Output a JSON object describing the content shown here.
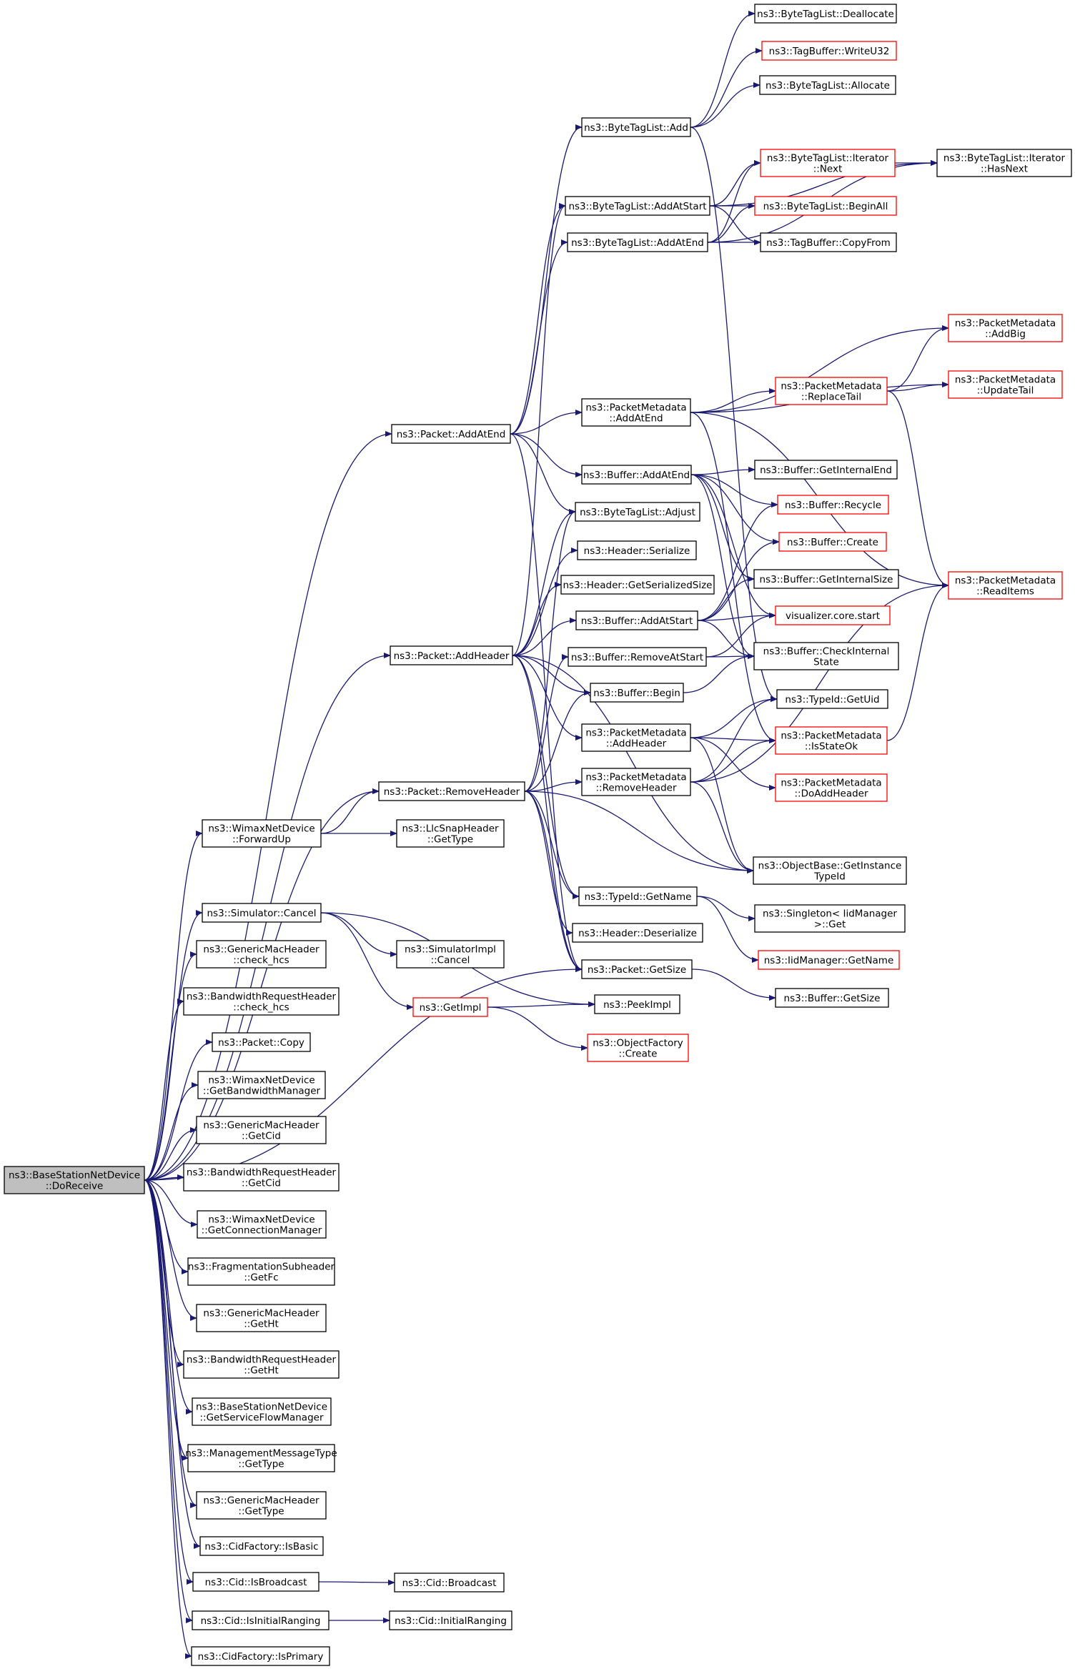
{
  "colors": {
    "edge": "#191970",
    "node_border": "#000000",
    "node_border_truncated": "#ff0000",
    "node_fill": "#ffffff",
    "root_fill": "#bfbfbf"
  },
  "nodes": [
    {
      "id": "root",
      "lines": [
        "ns3::BaseStationNetDevice",
        "::DoReceive"
      ],
      "style": "root"
    },
    {
      "id": "btl_dealloc",
      "lines": [
        "ns3::ByteTagList::Deallocate"
      ],
      "style": "normal"
    },
    {
      "id": "tb_writeu32",
      "lines": [
        "ns3::TagBuffer::WriteU32"
      ],
      "style": "truncated"
    },
    {
      "id": "btl_alloc",
      "lines": [
        "ns3::ByteTagList::Allocate"
      ],
      "style": "normal"
    },
    {
      "id": "btl_add",
      "lines": [
        "ns3::ByteTagList::Add"
      ],
      "style": "normal"
    },
    {
      "id": "btli_next",
      "lines": [
        "ns3::ByteTagList::Iterator",
        "::Next"
      ],
      "style": "truncated"
    },
    {
      "id": "btli_hasnext",
      "lines": [
        "ns3::ByteTagList::Iterator",
        "::HasNext"
      ],
      "style": "normal"
    },
    {
      "id": "btl_addatstart",
      "lines": [
        "ns3::ByteTagList::AddAtStart"
      ],
      "style": "normal"
    },
    {
      "id": "btl_beginall",
      "lines": [
        "ns3::ByteTagList::BeginAll"
      ],
      "style": "truncated"
    },
    {
      "id": "btl_addatend",
      "lines": [
        "ns3::ByteTagList::AddAtEnd"
      ],
      "style": "normal"
    },
    {
      "id": "tb_copyfrom",
      "lines": [
        "ns3::TagBuffer::CopyFrom"
      ],
      "style": "normal"
    },
    {
      "id": "pm_addbig",
      "lines": [
        "ns3::PacketMetadata",
        "::AddBig"
      ],
      "style": "truncated"
    },
    {
      "id": "pm_replacetail",
      "lines": [
        "ns3::PacketMetadata",
        "::ReplaceTail"
      ],
      "style": "truncated"
    },
    {
      "id": "pm_updatetail",
      "lines": [
        "ns3::PacketMetadata",
        "::UpdateTail"
      ],
      "style": "truncated"
    },
    {
      "id": "pm_addatend",
      "lines": [
        "ns3::PacketMetadata",
        "::AddAtEnd"
      ],
      "style": "normal"
    },
    {
      "id": "pkt_addatend",
      "lines": [
        "ns3::Packet::AddAtEnd"
      ],
      "style": "normal"
    },
    {
      "id": "buf_addatend",
      "lines": [
        "ns3::Buffer::AddAtEnd"
      ],
      "style": "normal"
    },
    {
      "id": "buf_getinternalend",
      "lines": [
        "ns3::Buffer::GetInternalEnd"
      ],
      "style": "normal"
    },
    {
      "id": "btl_adjust",
      "lines": [
        "ns3::ByteTagList::Adjust"
      ],
      "style": "normal"
    },
    {
      "id": "buf_recycle",
      "lines": [
        "ns3::Buffer::Recycle"
      ],
      "style": "truncated"
    },
    {
      "id": "hdr_serialize",
      "lines": [
        "ns3::Header::Serialize"
      ],
      "style": "normal"
    },
    {
      "id": "buf_create",
      "lines": [
        "ns3::Buffer::Create"
      ],
      "style": "truncated"
    },
    {
      "id": "pm_readitems",
      "lines": [
        "ns3::PacketMetadata",
        "::ReadItems"
      ],
      "style": "truncated"
    },
    {
      "id": "hdr_getsersize",
      "lines": [
        "ns3::Header::GetSerializedSize"
      ],
      "style": "normal"
    },
    {
      "id": "buf_getinternalsize",
      "lines": [
        "ns3::Buffer::GetInternalSize"
      ],
      "style": "normal"
    },
    {
      "id": "buf_addatstart",
      "lines": [
        "ns3::Buffer::AddAtStart"
      ],
      "style": "normal"
    },
    {
      "id": "vis_start",
      "lines": [
        "visualizer.core.start"
      ],
      "style": "truncated"
    },
    {
      "id": "pkt_addheader",
      "lines": [
        "ns3::Packet::AddHeader"
      ],
      "style": "normal"
    },
    {
      "id": "buf_removeatstart",
      "lines": [
        "ns3::Buffer::RemoveAtStart"
      ],
      "style": "normal"
    },
    {
      "id": "buf_checkinternal",
      "lines": [
        "ns3::Buffer::CheckInternal",
        "State"
      ],
      "style": "normal"
    },
    {
      "id": "buf_begin",
      "lines": [
        "ns3::Buffer::Begin"
      ],
      "style": "normal"
    },
    {
      "id": "typeid_getuid",
      "lines": [
        "ns3::TypeId::GetUid"
      ],
      "style": "normal"
    },
    {
      "id": "pm_addheader",
      "lines": [
        "ns3::PacketMetadata",
        "::AddHeader"
      ],
      "style": "normal"
    },
    {
      "id": "pm_isstateok",
      "lines": [
        "ns3::PacketMetadata",
        "::IsStateOk"
      ],
      "style": "truncated"
    },
    {
      "id": "pm_removeheader",
      "lines": [
        "ns3::PacketMetadata",
        "::RemoveHeader"
      ],
      "style": "normal"
    },
    {
      "id": "pm_doaddheader",
      "lines": [
        "ns3::PacketMetadata",
        "::DoAddHeader"
      ],
      "style": "truncated"
    },
    {
      "id": "pkt_removeheader",
      "lines": [
        "ns3::Packet::RemoveHeader"
      ],
      "style": "normal"
    },
    {
      "id": "wimax_forwardup",
      "lines": [
        "ns3::WimaxNetDevice",
        "::ForwardUp"
      ],
      "style": "normal"
    },
    {
      "id": "llc_gettype",
      "lines": [
        "ns3::LlcSnapHeader",
        "::GetType"
      ],
      "style": "normal"
    },
    {
      "id": "ob_getinstancetypeid",
      "lines": [
        "ns3::ObjectBase::GetInstance",
        "TypeId"
      ],
      "style": "normal"
    },
    {
      "id": "sim_cancel",
      "lines": [
        "ns3::Simulator::Cancel"
      ],
      "style": "normal"
    },
    {
      "id": "typeid_getname",
      "lines": [
        "ns3::TypeId::GetName"
      ],
      "style": "normal"
    },
    {
      "id": "singleton_get",
      "lines": [
        "ns3::Singleton< IidManager",
        " >::Get"
      ],
      "style": "normal"
    },
    {
      "id": "hdr_deserialize",
      "lines": [
        "ns3::Header::Deserialize"
      ],
      "style": "normal"
    },
    {
      "id": "gmh_check_hcs",
      "lines": [
        "ns3::GenericMacHeader",
        "::check_hcs"
      ],
      "style": "normal"
    },
    {
      "id": "simimpl_cancel",
      "lines": [
        "ns3::SimulatorImpl",
        "::Cancel"
      ],
      "style": "normal"
    },
    {
      "id": "iid_getname",
      "lines": [
        "ns3::IidManager::GetName"
      ],
      "style": "truncated"
    },
    {
      "id": "pkt_getsize",
      "lines": [
        "ns3::Packet::GetSize"
      ],
      "style": "normal"
    },
    {
      "id": "brh_check_hcs",
      "lines": [
        "ns3::BandwidthRequestHeader",
        "::check_hcs"
      ],
      "style": "normal"
    },
    {
      "id": "buf_getsize",
      "lines": [
        "ns3::Buffer::GetSize"
      ],
      "style": "normal"
    },
    {
      "id": "getimpl",
      "lines": [
        "ns3::GetImpl"
      ],
      "style": "truncated"
    },
    {
      "id": "peekimpl",
      "lines": [
        "ns3::PeekImpl"
      ],
      "style": "normal"
    },
    {
      "id": "pkt_copy",
      "lines": [
        "ns3::Packet::Copy"
      ],
      "style": "normal"
    },
    {
      "id": "of_create",
      "lines": [
        "ns3::ObjectFactory",
        "::Create"
      ],
      "style": "truncated"
    },
    {
      "id": "wimax_getbwmgr",
      "lines": [
        "ns3::WimaxNetDevice",
        "::GetBandwidthManager"
      ],
      "style": "normal"
    },
    {
      "id": "gmh_getcid",
      "lines": [
        "ns3::GenericMacHeader",
        "::GetCid"
      ],
      "style": "normal"
    },
    {
      "id": "brh_getcid",
      "lines": [
        "ns3::BandwidthRequestHeader",
        "::GetCid"
      ],
      "style": "normal"
    },
    {
      "id": "wimax_getconnmgr",
      "lines": [
        "ns3::WimaxNetDevice",
        "::GetConnectionManager"
      ],
      "style": "normal"
    },
    {
      "id": "frag_getfc",
      "lines": [
        "ns3::FragmentationSubheader",
        "::GetFc"
      ],
      "style": "normal"
    },
    {
      "id": "gmh_getht",
      "lines": [
        "ns3::GenericMacHeader",
        "::GetHt"
      ],
      "style": "normal"
    },
    {
      "id": "brh_getht",
      "lines": [
        "ns3::BandwidthRequestHeader",
        "::GetHt"
      ],
      "style": "normal"
    },
    {
      "id": "bs_getsfmgr",
      "lines": [
        "ns3::BaseStationNetDevice",
        "::GetServiceFlowManager"
      ],
      "style": "normal"
    },
    {
      "id": "mmt_gettype",
      "lines": [
        "ns3::ManagementMessageType",
        "::GetType"
      ],
      "style": "normal"
    },
    {
      "id": "gmh_gettype",
      "lines": [
        "ns3::GenericMacHeader",
        "::GetType"
      ],
      "style": "normal"
    },
    {
      "id": "cf_isbasic",
      "lines": [
        "ns3::CidFactory::IsBasic"
      ],
      "style": "normal"
    },
    {
      "id": "cid_isbroadcast",
      "lines": [
        "ns3::Cid::IsBroadcast"
      ],
      "style": "normal"
    },
    {
      "id": "cid_broadcast",
      "lines": [
        "ns3::Cid::Broadcast"
      ],
      "style": "normal"
    },
    {
      "id": "cid_isinitialranging",
      "lines": [
        "ns3::Cid::IsInitialRanging"
      ],
      "style": "normal"
    },
    {
      "id": "cid_initialranging",
      "lines": [
        "ns3::Cid::InitialRanging"
      ],
      "style": "normal"
    },
    {
      "id": "cf_isprimary",
      "lines": [
        "ns3::CidFactory::IsPrimary"
      ],
      "style": "normal"
    }
  ],
  "edges": [
    [
      "root",
      "pkt_addatend"
    ],
    [
      "root",
      "pkt_addheader"
    ],
    [
      "root",
      "pkt_removeheader"
    ],
    [
      "root",
      "wimax_forwardup"
    ],
    [
      "root",
      "sim_cancel"
    ],
    [
      "root",
      "gmh_check_hcs"
    ],
    [
      "root",
      "brh_check_hcs"
    ],
    [
      "root",
      "pkt_copy"
    ],
    [
      "root",
      "wimax_getbwmgr"
    ],
    [
      "root",
      "gmh_getcid"
    ],
    [
      "root",
      "brh_getcid"
    ],
    [
      "root",
      "wimax_getconnmgr"
    ],
    [
      "root",
      "frag_getfc"
    ],
    [
      "root",
      "gmh_getht"
    ],
    [
      "root",
      "brh_getht"
    ],
    [
      "root",
      "bs_getsfmgr"
    ],
    [
      "root",
      "mmt_gettype"
    ],
    [
      "root",
      "gmh_gettype"
    ],
    [
      "root",
      "cf_isbasic"
    ],
    [
      "root",
      "cid_isbroadcast"
    ],
    [
      "root",
      "cid_isinitialranging"
    ],
    [
      "root",
      "cf_isprimary"
    ],
    [
      "root",
      "pkt_getsize"
    ],
    [
      "btl_add",
      "btl_dealloc"
    ],
    [
      "btl_add",
      "tb_writeu32"
    ],
    [
      "btl_add",
      "btl_alloc"
    ],
    [
      "btl_add",
      "typeid_getuid"
    ],
    [
      "btl_addatstart",
      "btli_next"
    ],
    [
      "btl_addatstart",
      "btli_hasnext"
    ],
    [
      "btl_addatstart",
      "btl_beginall"
    ],
    [
      "btl_addatstart",
      "tb_copyfrom"
    ],
    [
      "btl_addatend",
      "btli_next"
    ],
    [
      "btl_addatend",
      "btl_beginall"
    ],
    [
      "btl_addatend",
      "tb_copyfrom"
    ],
    [
      "btl_addatend",
      "btli_hasnext"
    ],
    [
      "btli_next",
      "btli_hasnext"
    ],
    [
      "pkt_addatend",
      "btl_add"
    ],
    [
      "pkt_addatend",
      "btl_addatstart"
    ],
    [
      "pkt_addatend",
      "btl_addatend"
    ],
    [
      "pkt_addatend",
      "pm_addatend"
    ],
    [
      "pkt_addatend",
      "buf_addatend"
    ],
    [
      "pkt_addatend",
      "btl_adjust"
    ],
    [
      "pkt_addatend",
      "pkt_getsize"
    ],
    [
      "pm_addatend",
      "pm_addbig"
    ],
    [
      "pm_addatend",
      "pm_replacetail"
    ],
    [
      "pm_addatend",
      "pm_updatetail"
    ],
    [
      "pm_addatend",
      "pm_readitems"
    ],
    [
      "pm_addatend",
      "pm_isstateok"
    ],
    [
      "pm_replacetail",
      "pm_addbig"
    ],
    [
      "pm_replacetail",
      "pm_updatetail"
    ],
    [
      "pm_replacetail",
      "pm_readitems"
    ],
    [
      "buf_addatend",
      "buf_getinternalend"
    ],
    [
      "buf_addatend",
      "buf_recycle"
    ],
    [
      "buf_addatend",
      "buf_create"
    ],
    [
      "buf_addatend",
      "buf_getinternalsize"
    ],
    [
      "buf_addatend",
      "vis_start"
    ],
    [
      "buf_addatend",
      "buf_checkinternal"
    ],
    [
      "buf_addatstart",
      "buf_recycle"
    ],
    [
      "buf_addatstart",
      "buf_create"
    ],
    [
      "buf_addatstart",
      "buf_getinternalsize"
    ],
    [
      "buf_addatstart",
      "vis_start"
    ],
    [
      "buf_addatstart",
      "buf_checkinternal"
    ],
    [
      "buf_removeatstart",
      "vis_start"
    ],
    [
      "buf_removeatstart",
      "buf_checkinternal"
    ],
    [
      "buf_begin",
      "buf_checkinternal"
    ],
    [
      "pkt_addheader",
      "btl_addatstart"
    ],
    [
      "pkt_addheader",
      "btl_adjust"
    ],
    [
      "pkt_addheader",
      "hdr_serialize"
    ],
    [
      "pkt_addheader",
      "hdr_getsersize"
    ],
    [
      "pkt_addheader",
      "buf_addatstart"
    ],
    [
      "pkt_addheader",
      "buf_begin"
    ],
    [
      "pkt_addheader",
      "pm_addheader"
    ],
    [
      "pkt_addheader",
      "typeid_getname"
    ],
    [
      "pkt_addheader",
      "ob_getinstancetypeid"
    ],
    [
      "pkt_addheader",
      "pkt_getsize"
    ],
    [
      "pm_addheader",
      "typeid_getuid"
    ],
    [
      "pm_addheader",
      "pm_isstateok"
    ],
    [
      "pm_addheader",
      "pm_doaddheader"
    ],
    [
      "pm_addheader",
      "ob_getinstancetypeid"
    ],
    [
      "pm_removeheader",
      "typeid_getuid"
    ],
    [
      "pm_removeheader",
      "pm_isstateok"
    ],
    [
      "pm_removeheader",
      "pm_readitems"
    ],
    [
      "pm_removeheader",
      "ob_getinstancetypeid"
    ],
    [
      "pm_isstateok",
      "pm_readitems"
    ],
    [
      "pkt_removeheader",
      "btl_adjust"
    ],
    [
      "pkt_removeheader",
      "buf_removeatstart"
    ],
    [
      "pkt_removeheader",
      "buf_begin"
    ],
    [
      "pkt_removeheader",
      "pm_removeheader"
    ],
    [
      "pkt_removeheader",
      "ob_getinstancetypeid"
    ],
    [
      "pkt_removeheader",
      "typeid_getname"
    ],
    [
      "pkt_removeheader",
      "hdr_deserialize"
    ],
    [
      "pkt_removeheader",
      "pkt_getsize"
    ],
    [
      "wimax_forwardup",
      "pkt_removeheader"
    ],
    [
      "wimax_forwardup",
      "llc_gettype"
    ],
    [
      "sim_cancel",
      "simimpl_cancel"
    ],
    [
      "sim_cancel",
      "getimpl"
    ],
    [
      "sim_cancel",
      "peekimpl"
    ],
    [
      "getimpl",
      "peekimpl"
    ],
    [
      "getimpl",
      "of_create"
    ],
    [
      "typeid_getname",
      "singleton_get"
    ],
    [
      "typeid_getname",
      "iid_getname"
    ],
    [
      "pkt_getsize",
      "buf_getsize"
    ],
    [
      "cid_isbroadcast",
      "cid_broadcast"
    ],
    [
      "cid_isinitialranging",
      "cid_initialranging"
    ]
  ]
}
